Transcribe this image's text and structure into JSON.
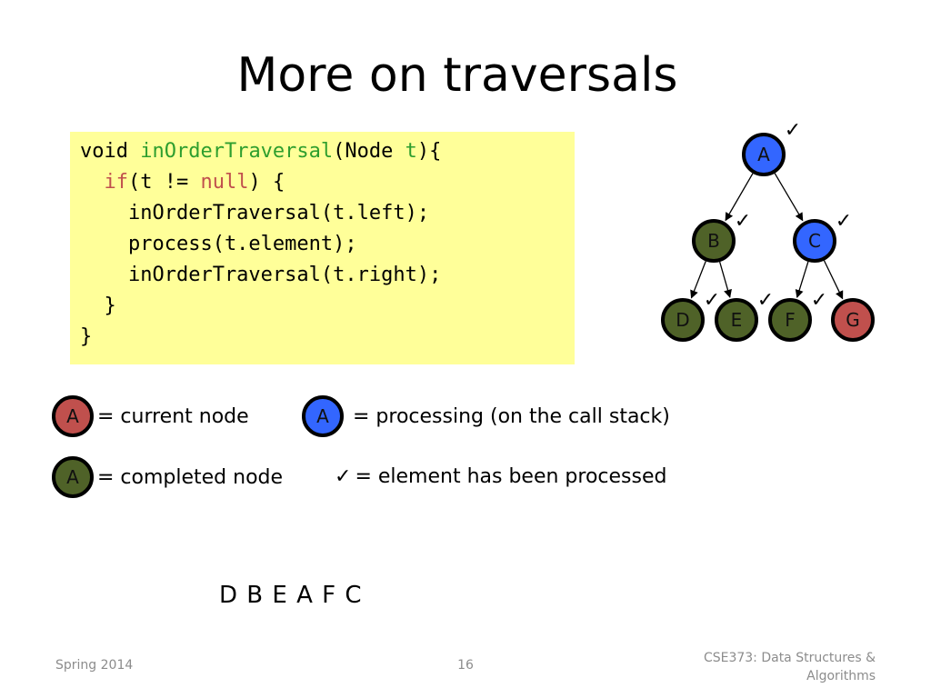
{
  "slide": {
    "title": "More on  traversals"
  },
  "code": {
    "line1": {
      "a": "void ",
      "b": "inOrderTraversal",
      "c": "(Node ",
      "d": "t",
      "e": "){"
    },
    "line2": {
      "indent": "  ",
      "a": "if",
      "b": "(t != ",
      "c": "null",
      "d": ") {"
    },
    "line3": "    inOrderTraversal(t.left);",
    "line4": "    process(t.element);",
    "line5": "    inOrderTraversal(t.right);",
    "line6": "  }",
    "line7": "}"
  },
  "tree": {
    "nodes": [
      {
        "id": "A",
        "label": "A",
        "state": "processing",
        "checked": true
      },
      {
        "id": "B",
        "label": "B",
        "state": "completed",
        "checked": true
      },
      {
        "id": "C",
        "label": "C",
        "state": "processing",
        "checked": true
      },
      {
        "id": "D",
        "label": "D",
        "state": "completed",
        "checked": true
      },
      {
        "id": "E",
        "label": "E",
        "state": "completed",
        "checked": true
      },
      {
        "id": "F",
        "label": "F",
        "state": "completed",
        "checked": true
      },
      {
        "id": "G",
        "label": "G",
        "state": "current",
        "checked": false
      }
    ],
    "edges": [
      [
        "A",
        "B"
      ],
      [
        "A",
        "C"
      ],
      [
        "B",
        "D"
      ],
      [
        "B",
        "E"
      ],
      [
        "C",
        "F"
      ],
      [
        "C",
        "G"
      ]
    ],
    "check_mark": "✓"
  },
  "colors": {
    "current": "#c0504d",
    "processing": "#3366ff",
    "completed": "#4f6228",
    "code_background": "#ffff99",
    "code_keyword_green": "#2e9e2e",
    "code_keyword_red": "#c0504d"
  },
  "legend": {
    "current": {
      "dot": "A",
      "text": "= current node"
    },
    "processing": {
      "dot": "A",
      "text": "= processing (on the call stack)"
    },
    "completed": {
      "dot": "A",
      "text": "= completed node"
    },
    "processed": {
      "mark": "✓",
      "text": "= element has been processed"
    }
  },
  "answer": "D B E A F C",
  "footer": {
    "left": "Spring 2014",
    "page": "16",
    "right_line1": "CSE373: Data Structures &",
    "right_line2": "Algorithms"
  }
}
